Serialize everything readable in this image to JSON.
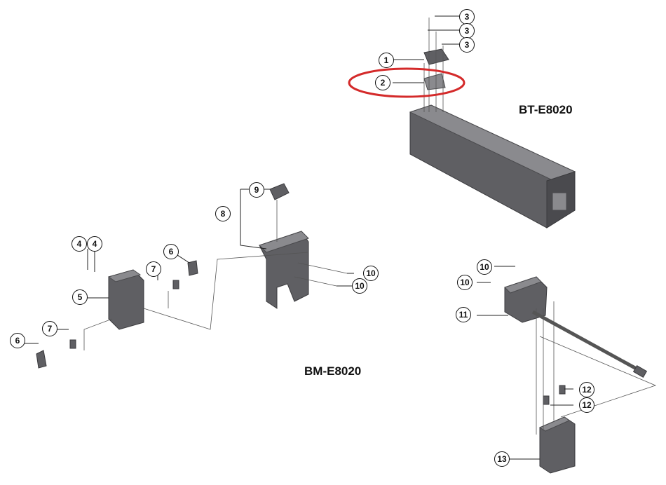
{
  "models": {
    "battery": "BT-E8020",
    "mount": "BM-E8020"
  },
  "callouts": {
    "c1": "1",
    "c2": "2",
    "c3a": "3",
    "c3b": "3",
    "c3c": "3",
    "c4a": "4",
    "c4b": "4",
    "c5": "5",
    "c6a": "6",
    "c6b": "6",
    "c7a": "7",
    "c7b": "7",
    "c8": "8",
    "c9": "9",
    "c10a": "10",
    "c10b": "10",
    "c10c": "10",
    "c10d": "10",
    "c11": "11",
    "c12a": "12",
    "c12b": "12",
    "c13": "13"
  },
  "highlight_color": "#d42a2a"
}
